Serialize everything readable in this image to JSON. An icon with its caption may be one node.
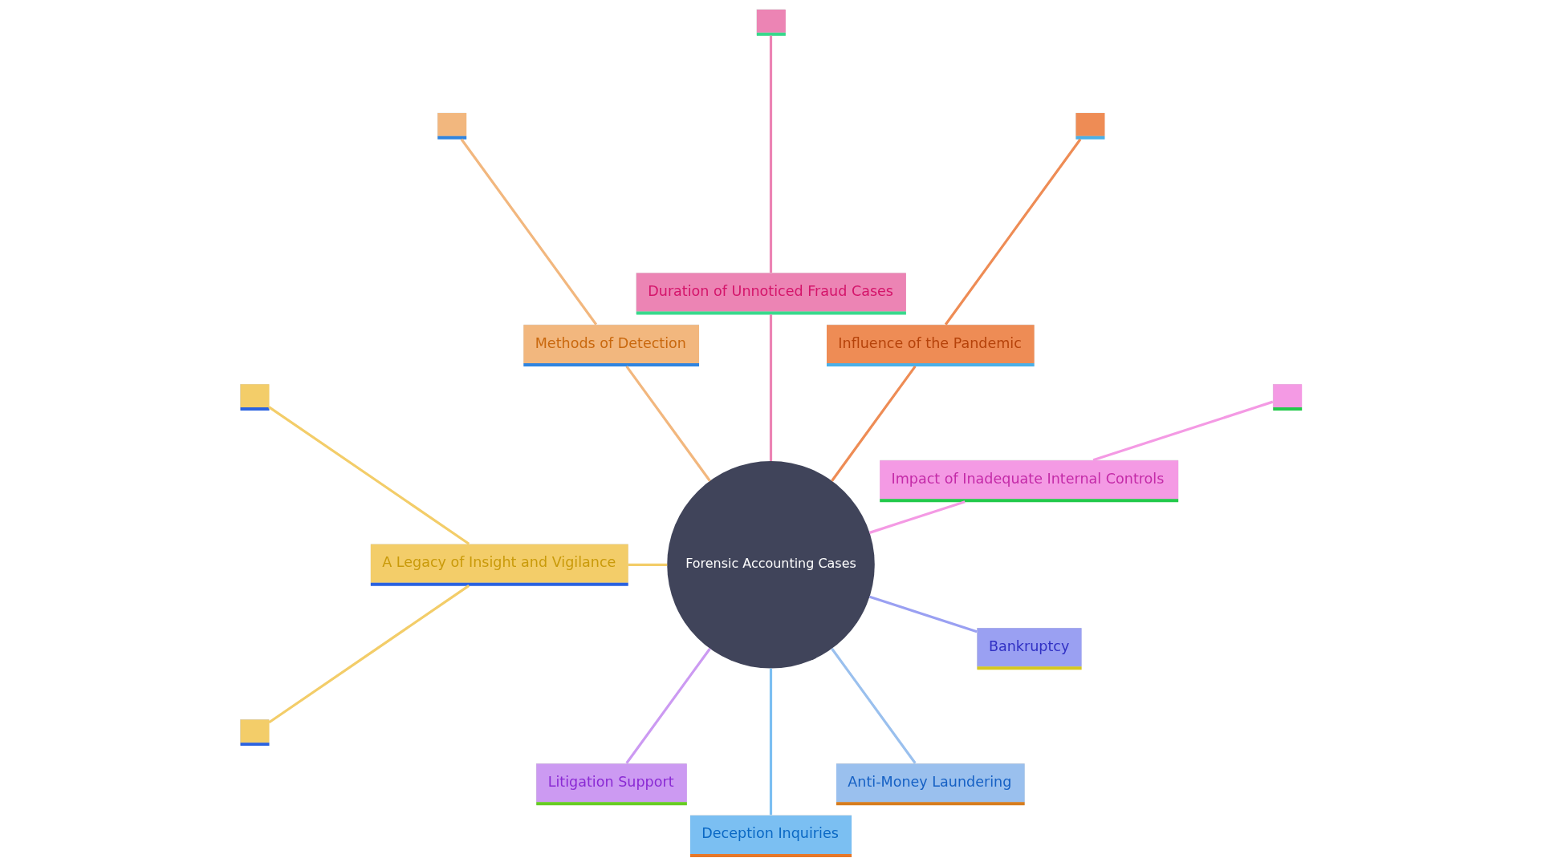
{
  "diagram": {
    "nodes": [
      {
        "text": [
          "Forensic Accounting Cases"
        ]
      },
      {
        "text": [
          "Impact of Inadequate Internal Controls"
        ]
      },
      {
        "text": [],
        "shape": "box"
      },
      {
        "text": [
          "Influence of the Pandemic"
        ]
      },
      {
        "text": [],
        "shape": "box"
      },
      {
        "text": [
          "Duration of Unnoticed Fraud Cases"
        ]
      },
      {
        "text": [],
        "shape": "box"
      },
      {
        "text": [
          "Methods of Detection"
        ]
      },
      {
        "text": [],
        "shape": "box"
      },
      {
        "text": [
          "A Legacy of Insight and Vigilance"
        ]
      },
      {
        "text": [],
        "shape": "box"
      },
      {
        "text": [],
        "shape": "box"
      },
      {
        "text": [
          "Litigation Support"
        ]
      },
      {
        "text": [
          "Deception Inquiries"
        ]
      },
      {
        "text": [
          "Anti-Money Laundering"
        ]
      },
      {
        "text": [
          "Bankruptcy"
        ]
      }
    ],
    "edges": [
      {
        "from": 0,
        "to": 1,
        "arrow": "none",
        "color": "#f49ae4"
      },
      {
        "from": 1,
        "to": 2,
        "arrow": "none",
        "color": "#f49ae4"
      },
      {
        "from": 0,
        "to": 3,
        "arrow": "none",
        "color": "#ee8c55"
      },
      {
        "from": 3,
        "to": 4,
        "arrow": "none",
        "color": "#ee8c55"
      },
      {
        "from": 0,
        "to": 5,
        "arrow": "none",
        "color": "#ec84b4"
      },
      {
        "from": 5,
        "to": 6,
        "arrow": "none",
        "color": "#ec84b4"
      },
      {
        "from": 0,
        "to": 7,
        "arrow": "none",
        "color": "#f2b77e"
      },
      {
        "from": 7,
        "to": 8,
        "arrow": "none",
        "color": "#f2b77e"
      },
      {
        "from": 0,
        "to": 9,
        "arrow": "none",
        "color": "#f3cd69"
      },
      {
        "from": 9,
        "to": 10,
        "arrow": "none",
        "color": "#f3cd69"
      },
      {
        "from": 9,
        "to": 11,
        "arrow": "none",
        "color": "#f3cd69"
      },
      {
        "from": 0,
        "to": 12,
        "arrow": "none",
        "color": "#cc9af2"
      },
      {
        "from": 0,
        "to": 13,
        "arrow": "none",
        "color": "#7bbff2"
      },
      {
        "from": 0,
        "to": 14,
        "arrow": "none",
        "color": "#9ac0ee"
      },
      {
        "from": 0,
        "to": 15,
        "arrow": "none",
        "color": "#9aa0f2"
      }
    ]
  }
}
